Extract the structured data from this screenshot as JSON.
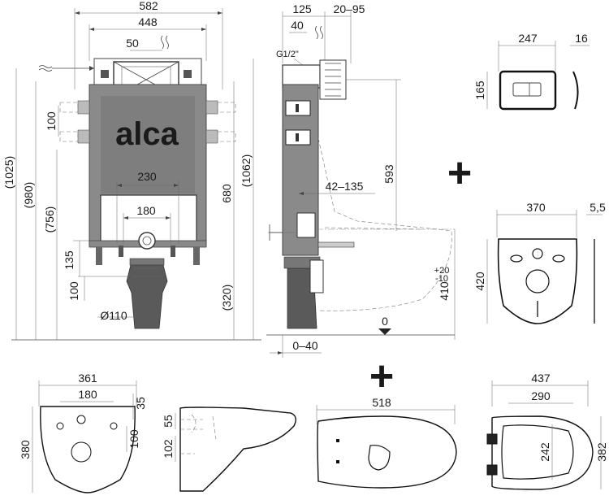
{
  "brand": {
    "logo_text": "alca",
    "logo_color": "#1a1a1a"
  },
  "colors": {
    "frame": "#8a8a8a",
    "frame_dark": "#5a5a5a",
    "line": "#444444",
    "background": "#ffffff"
  },
  "frame_front": {
    "dims": {
      "width_total": "582",
      "width_inner": "448",
      "flush_box": "50",
      "bolt_spacing_230": "230",
      "bolt_spacing_180": "180",
      "side_100": "100",
      "height_1025": "(1025)",
      "height_980": "(980)",
      "height_756": "(756)",
      "height_680": "680",
      "height_1062": "(1062)",
      "height_320": "(320)",
      "height_135": "135",
      "height_100": "100",
      "drain_diameter": "Ø110"
    }
  },
  "frame_side": {
    "dims": {
      "depth_125": "125",
      "depth_20_95": "20–95",
      "depth_40": "40",
      "thread": "G1/2\"",
      "range_42_135": "42–135",
      "height_593": "593",
      "height_410": "410",
      "tol_plus": "+20",
      "tol_minus": "-10",
      "floor_zero": "0",
      "range_0_40": "0–40"
    }
  },
  "flush_plate": {
    "dims": {
      "width": "247",
      "depth": "16",
      "height": "165"
    }
  },
  "plus_signs": [
    "+",
    "+"
  ],
  "sound_pad": {
    "dims": {
      "width": "370",
      "thickness": "5,5",
      "height": "420"
    }
  },
  "toilet_back": {
    "dims": {
      "width": "361",
      "hole_spacing": "180",
      "top_35": "35",
      "height": "380",
      "side_100": "100"
    }
  },
  "toilet_side": {
    "dims": {
      "offset_55": "55",
      "offset_102": "102"
    }
  },
  "toilet_top": {
    "dims": {
      "length": "518"
    }
  },
  "seat": {
    "dims": {
      "width": "437",
      "inner_width": "290",
      "height": "382",
      "inner_height": "242"
    }
  }
}
